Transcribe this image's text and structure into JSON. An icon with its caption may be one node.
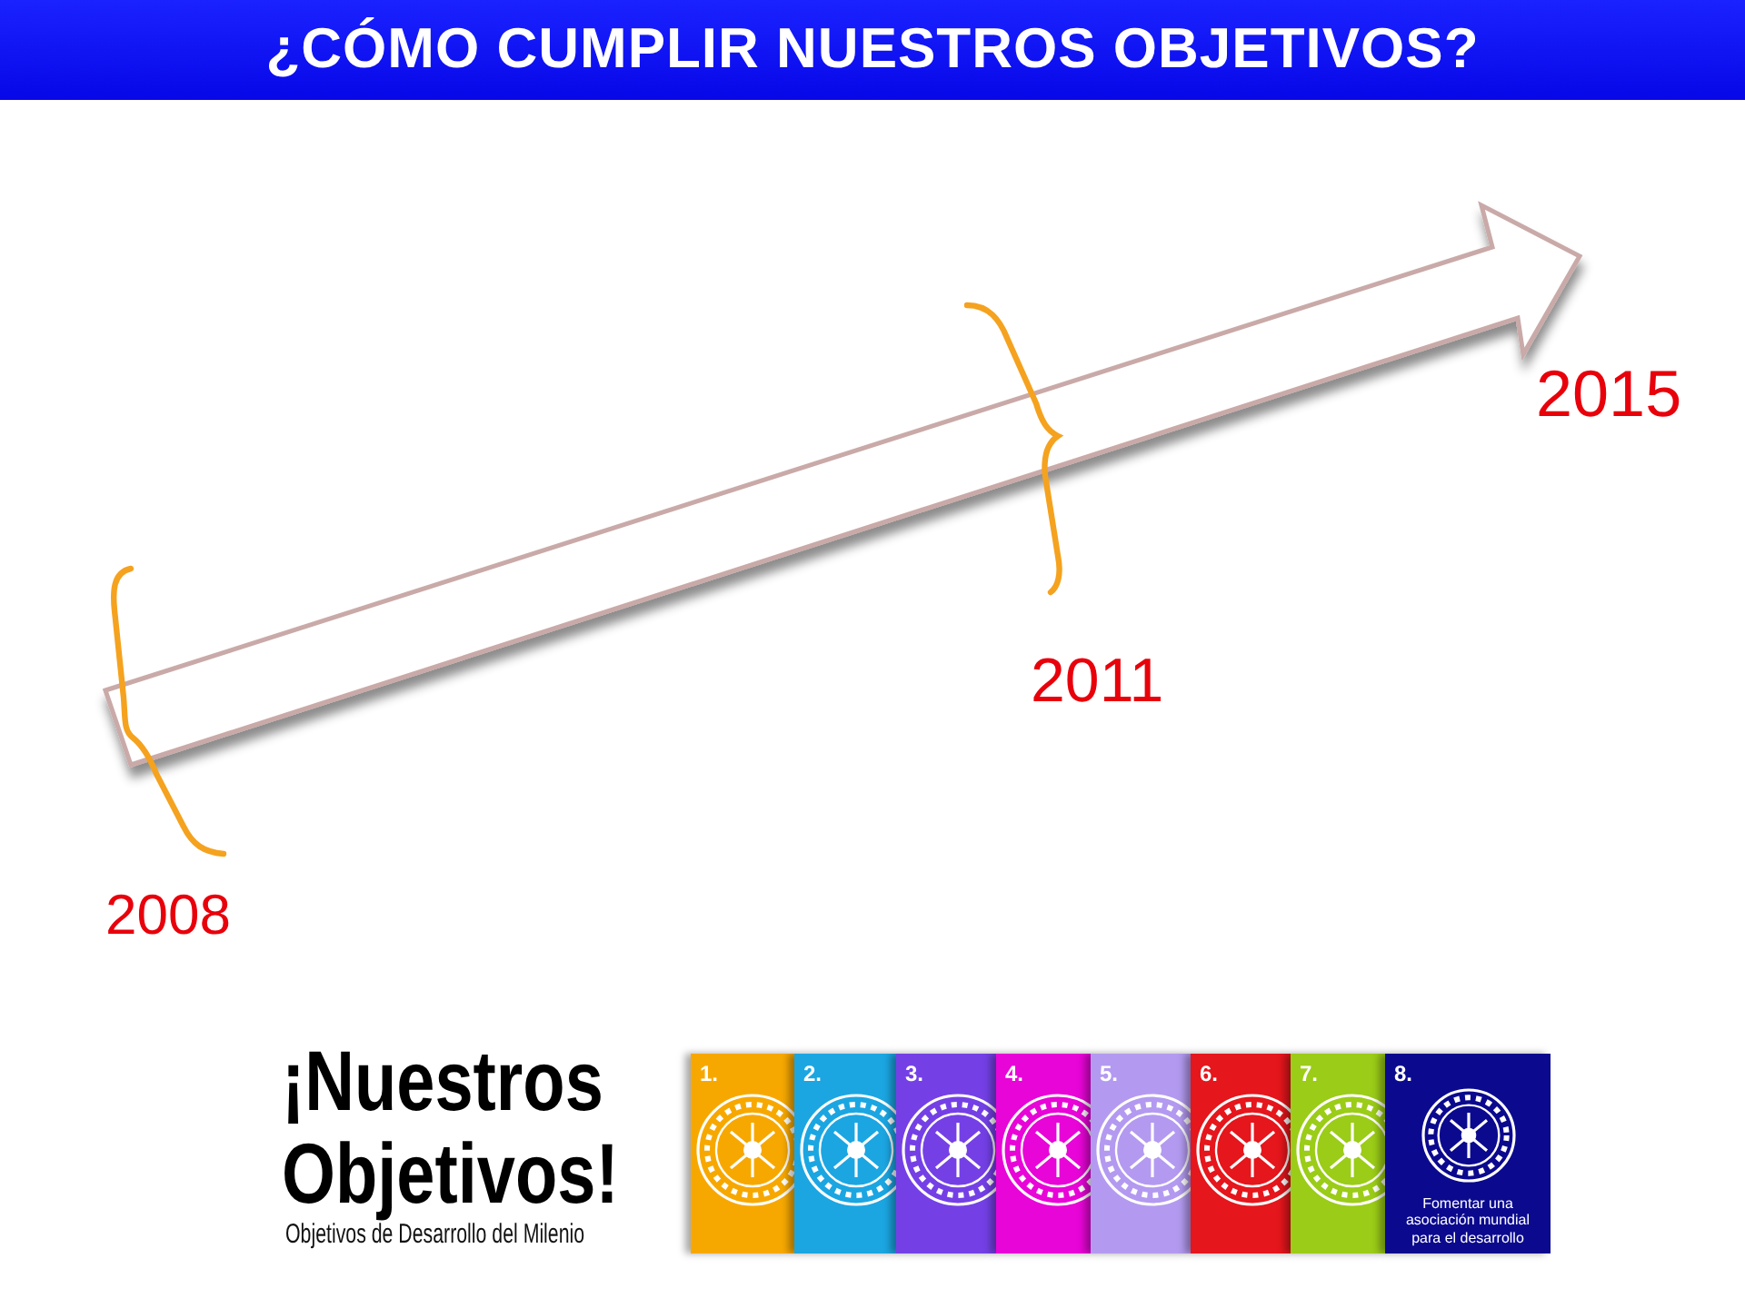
{
  "diagram": {
    "title": "¿CÓMO CUMPLIR NUESTROS OBJETIVOS?",
    "nodes": [
      {
        "text": [
          "1."
        ]
      },
      {
        "text": [
          "2."
        ]
      },
      {
        "text": [
          "3."
        ]
      },
      {
        "text": [
          "4."
        ]
      },
      {
        "text": [
          "5."
        ]
      },
      {
        "text": [
          "6."
        ]
      },
      {
        "text": [
          "7."
        ]
      },
      {
        "text": [
          "8.",
          "Fomentar una asociación mundial para el desarrollo"
        ]
      }
    ],
    "labels": [
      "2015",
      "2011",
      "2008",
      "¡Nuestros Objetivos!",
      "Objetivos de Desarrollo del Milenio"
    ]
  }
}
